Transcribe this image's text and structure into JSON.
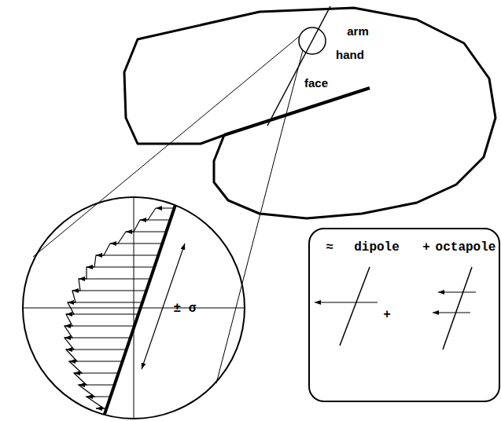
{
  "diagram": {
    "nodes": [
      {
        "text": [
          "± σ"
        ]
      },
      {
        "text": [
          "≈",
          "dipole",
          "+",
          "octapole",
          "+"
        ]
      }
    ],
    "labels": [
      "arm",
      "hand",
      "face"
    ]
  }
}
